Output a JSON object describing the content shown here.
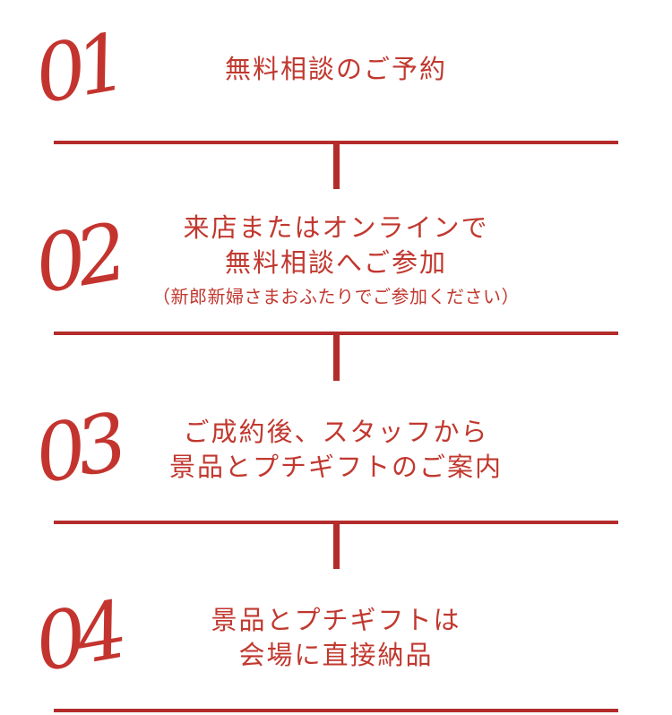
{
  "colors": {
    "line": "#b42b2b",
    "number": "#c4342f",
    "text": "#c1382f",
    "card-bg": "#ffffff"
  },
  "steps": [
    {
      "number": "01",
      "lines": [
        "無料相談のご予約"
      ]
    },
    {
      "number": "02",
      "lines": [
        "来店またはオンラインで",
        "無料相談へご参加"
      ],
      "caption": "（新郎新婦さまおふたりでご参加ください）"
    },
    {
      "number": "03",
      "lines": [
        "ご成約後、スタッフから",
        "景品とプチギフトのご案内"
      ]
    },
    {
      "number": "04",
      "lines": [
        "景品とプチギフトは",
        "会場に直接納品"
      ]
    }
  ]
}
